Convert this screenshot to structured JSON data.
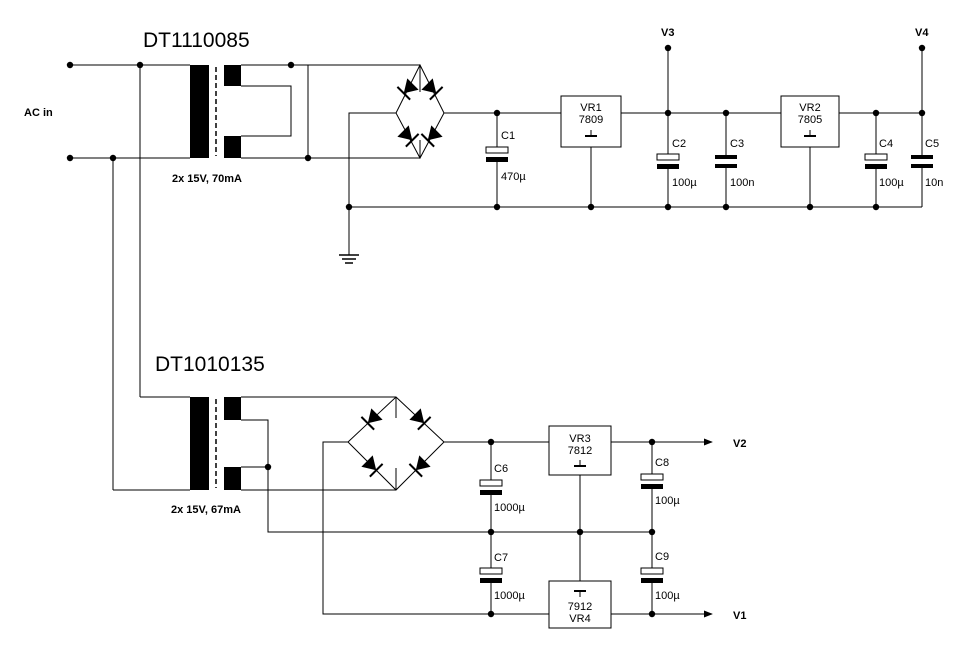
{
  "input": {
    "label": "AC in"
  },
  "transformers": [
    {
      "part": "DT1110085",
      "rating": "2x 15V, 70mA"
    },
    {
      "part": "DT1010135",
      "rating": "2x 15V, 67mA"
    }
  ],
  "regulators": [
    {
      "ref": "VR1",
      "type": "7809"
    },
    {
      "ref": "VR2",
      "type": "7805"
    },
    {
      "ref": "VR3",
      "type": "7812"
    },
    {
      "ref": "VR4",
      "type": "7912"
    }
  ],
  "capacitors": [
    {
      "ref": "C1",
      "value": "470µ"
    },
    {
      "ref": "C2",
      "value": "100µ"
    },
    {
      "ref": "C3",
      "value": "100n"
    },
    {
      "ref": "C4",
      "value": "100µ"
    },
    {
      "ref": "C5",
      "value": "10n"
    },
    {
      "ref": "C6",
      "value": "1000µ"
    },
    {
      "ref": "C7",
      "value": "1000µ"
    },
    {
      "ref": "C8",
      "value": "100µ"
    },
    {
      "ref": "C9",
      "value": "100µ"
    }
  ],
  "outputs": {
    "v1": "V1",
    "v2": "V2",
    "v3": "V3",
    "v4": "V4"
  }
}
